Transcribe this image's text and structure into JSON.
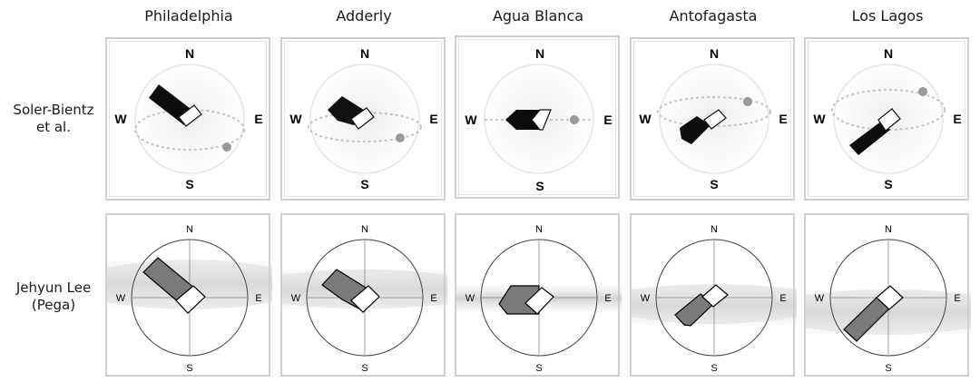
{
  "columns": [
    {
      "id": "philadelphia",
      "label": "Philadelphia"
    },
    {
      "id": "adderly",
      "label": "Adderly"
    },
    {
      "id": "agua_blanca",
      "label": "Agua Blanca"
    },
    {
      "id": "antofagasta",
      "label": "Antofagasta"
    },
    {
      "id": "los_lagos",
      "label": "Los Lagos"
    }
  ],
  "rows": [
    {
      "id": "soler",
      "label_line1": "Soler-Bientz",
      "label_line2": "et al."
    },
    {
      "id": "pega",
      "label_line1": "Jehyun Lee",
      "label_line2": "(Pega)"
    }
  ],
  "compass": {
    "n": "N",
    "s": "S",
    "e": "E",
    "w": "W"
  },
  "colors": {
    "soler_panel_fill": "#0d0d0d",
    "pega_panel_fill": "#7a7a7a",
    "sun_dot": "#9a9a9a",
    "frame_border": "#cfcfcf"
  }
}
